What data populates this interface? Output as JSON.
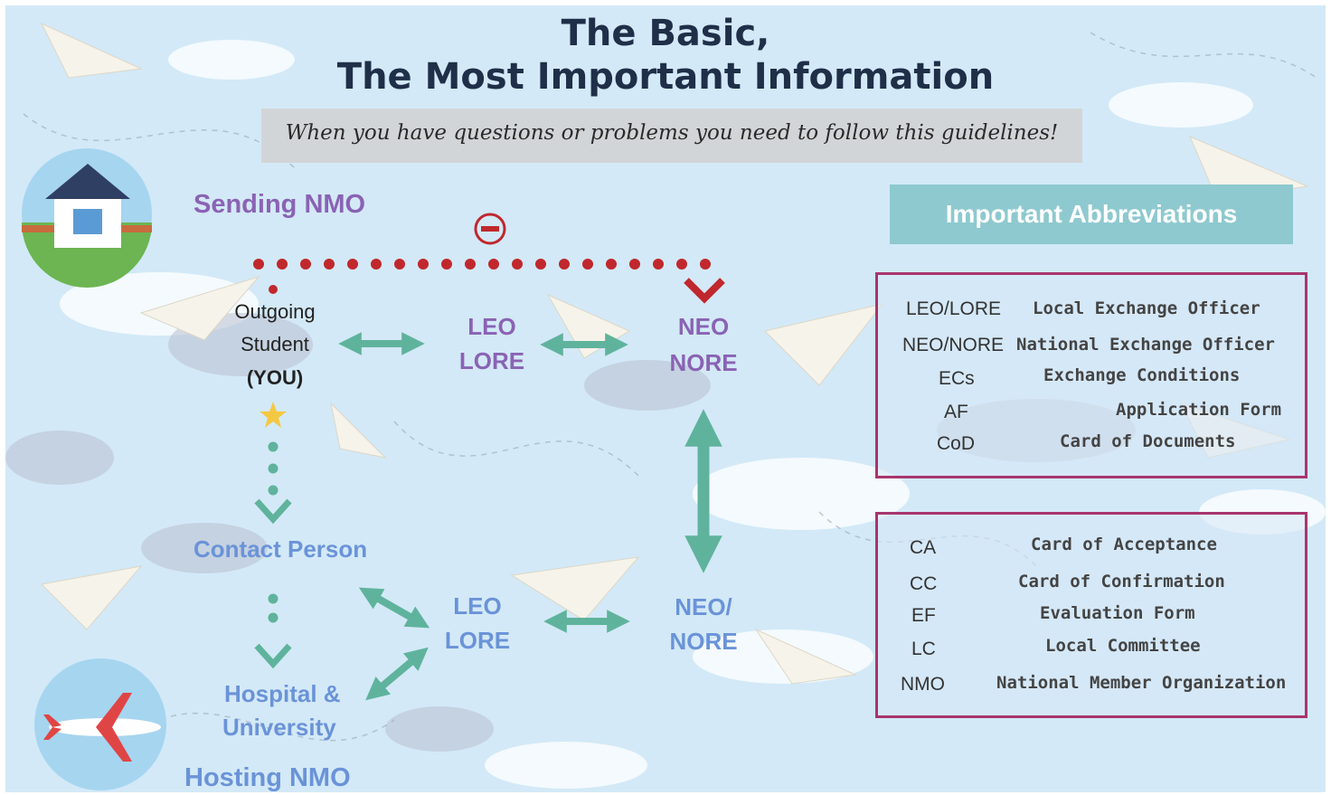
{
  "title": {
    "line1": "The Basic,",
    "line2": "The Most Important Information"
  },
  "subtitle": "When you have questions or problems you need to follow this guidelines!",
  "flow": {
    "sending_nmo": "Sending NMO",
    "outgoing_student": [
      "Outgoing",
      "Student",
      "(YOU)"
    ],
    "leo_lore_top": [
      "LEO",
      "LORE"
    ],
    "neo_nore_top": [
      "NEO",
      "NORE"
    ],
    "contact_person": "Contact Person",
    "leo_lore_bottom": [
      "LEO",
      "LORE"
    ],
    "neo_nore_bottom": [
      "NEO/",
      "NORE"
    ],
    "hospital_university": [
      "Hospital &",
      "University"
    ],
    "hosting_nmo": "Hosting NMO"
  },
  "abbreviations": {
    "heading": "Important Abbreviations",
    "group1": [
      {
        "abbr": "LEO/LORE",
        "full": "Local Exchange Officer"
      },
      {
        "abbr": "NEO/NORE",
        "full": "National Exchange Officer"
      },
      {
        "abbr": "ECs",
        "full": "Exchange Conditions"
      },
      {
        "abbr": "AF",
        "full": "Application Form"
      },
      {
        "abbr": "CoD",
        "full": "Card of Documents"
      }
    ],
    "group2": [
      {
        "abbr": "CA",
        "full": "Card of Acceptance"
      },
      {
        "abbr": "CC",
        "full": "Card of Confirmation"
      },
      {
        "abbr": "EF",
        "full": "Evaluation Form"
      },
      {
        "abbr": "LC",
        "full": "Local Committee"
      },
      {
        "abbr": "NMO",
        "full": "National Member Organization"
      }
    ]
  },
  "colors": {
    "background": "#d3e9f7",
    "title": "#1f2f48",
    "purple_label": "#8a63b4",
    "blue_label": "#6a93d8",
    "teal_arrow": "#5fb39c",
    "red_dotted": "#c0282d",
    "abbr_border": "#a8356e",
    "abbr_header": "#8ec9cf"
  },
  "icons": [
    "house-icon",
    "airplane-icon",
    "no-entry-icon",
    "star-icon"
  ]
}
